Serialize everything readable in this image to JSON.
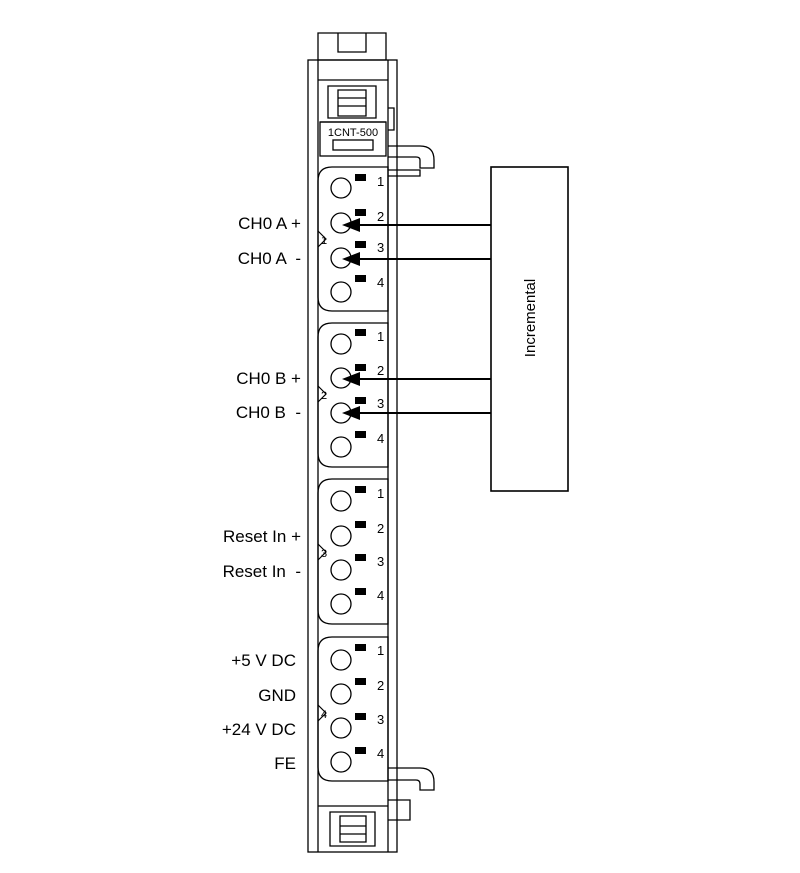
{
  "module": {
    "model_label": "1CNT-500"
  },
  "encoder": {
    "label": "Incremental"
  },
  "connectors": [
    {
      "group": "1",
      "pins": [
        "1",
        "2",
        "3",
        "4"
      ],
      "signals": [
        "",
        "CH0 A +",
        "CH0 A  -",
        ""
      ],
      "wired": [
        false,
        true,
        true,
        false
      ]
    },
    {
      "group": "2",
      "pins": [
        "1",
        "2",
        "3",
        "4"
      ],
      "signals": [
        "",
        "CH0 B +",
        "CH0 B  -",
        ""
      ],
      "wired": [
        false,
        true,
        true,
        false
      ]
    },
    {
      "group": "3",
      "pins": [
        "1",
        "2",
        "3",
        "4"
      ],
      "signals": [
        "",
        "Reset In +",
        "Reset In  -",
        ""
      ],
      "wired": [
        false,
        false,
        false,
        false
      ]
    },
    {
      "group": "4",
      "pins": [
        "1",
        "2",
        "3",
        "4"
      ],
      "signals": [
        "+5 V DC",
        "GND",
        "+24 V DC",
        "FE"
      ],
      "wired": [
        false,
        false,
        false,
        false
      ]
    }
  ],
  "colors": {
    "stroke": "#000000",
    "background": "#ffffff"
  }
}
